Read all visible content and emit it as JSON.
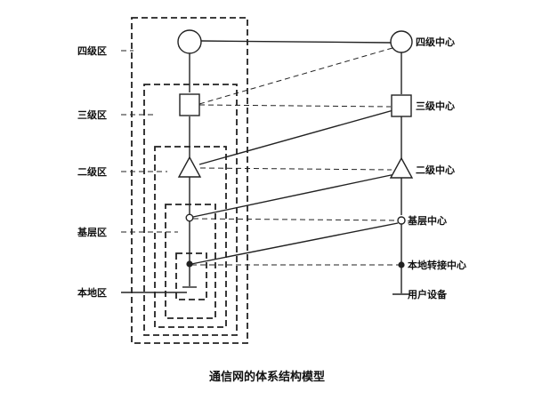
{
  "left_labels": {
    "level4": "四级区",
    "level3": "三级区",
    "level2": "二级区",
    "base": "基层区",
    "local": "本地区"
  },
  "right_labels": {
    "level4": "四级中心",
    "level3": "三级中心",
    "level2": "二级中心",
    "base": "基层中心",
    "local": "本地转接中心",
    "user": "用户设备"
  },
  "caption": "通信网的体系结构模型"
}
